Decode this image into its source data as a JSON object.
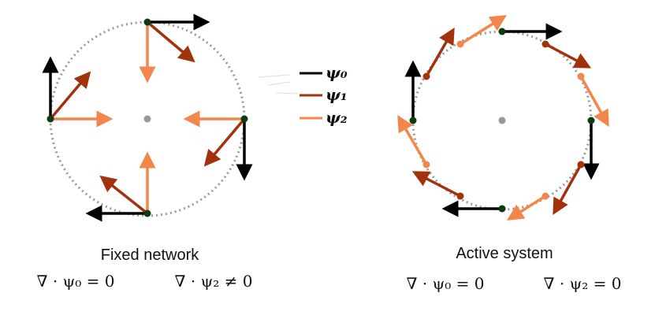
{
  "colors": {
    "psi0": "#000000",
    "psi1": "#a1320c",
    "psi2": "#f3864a",
    "node": "#0d3b12",
    "center": "#999999",
    "circle": "#9a9a9a"
  },
  "legend": {
    "psi0": "ψ₀",
    "psi1": "ψ₁",
    "psi2": "ψ₂"
  },
  "panels": {
    "left": {
      "caption": "Fixed network",
      "eq0": "∇ · ψ₀ = 0",
      "eq2": "∇ · ψ₂ ≠ 0"
    },
    "right": {
      "caption": "Active system",
      "eq0": "∇ · ψ₀ = 0",
      "eq2": "∇ · ψ₂ = 0"
    }
  }
}
